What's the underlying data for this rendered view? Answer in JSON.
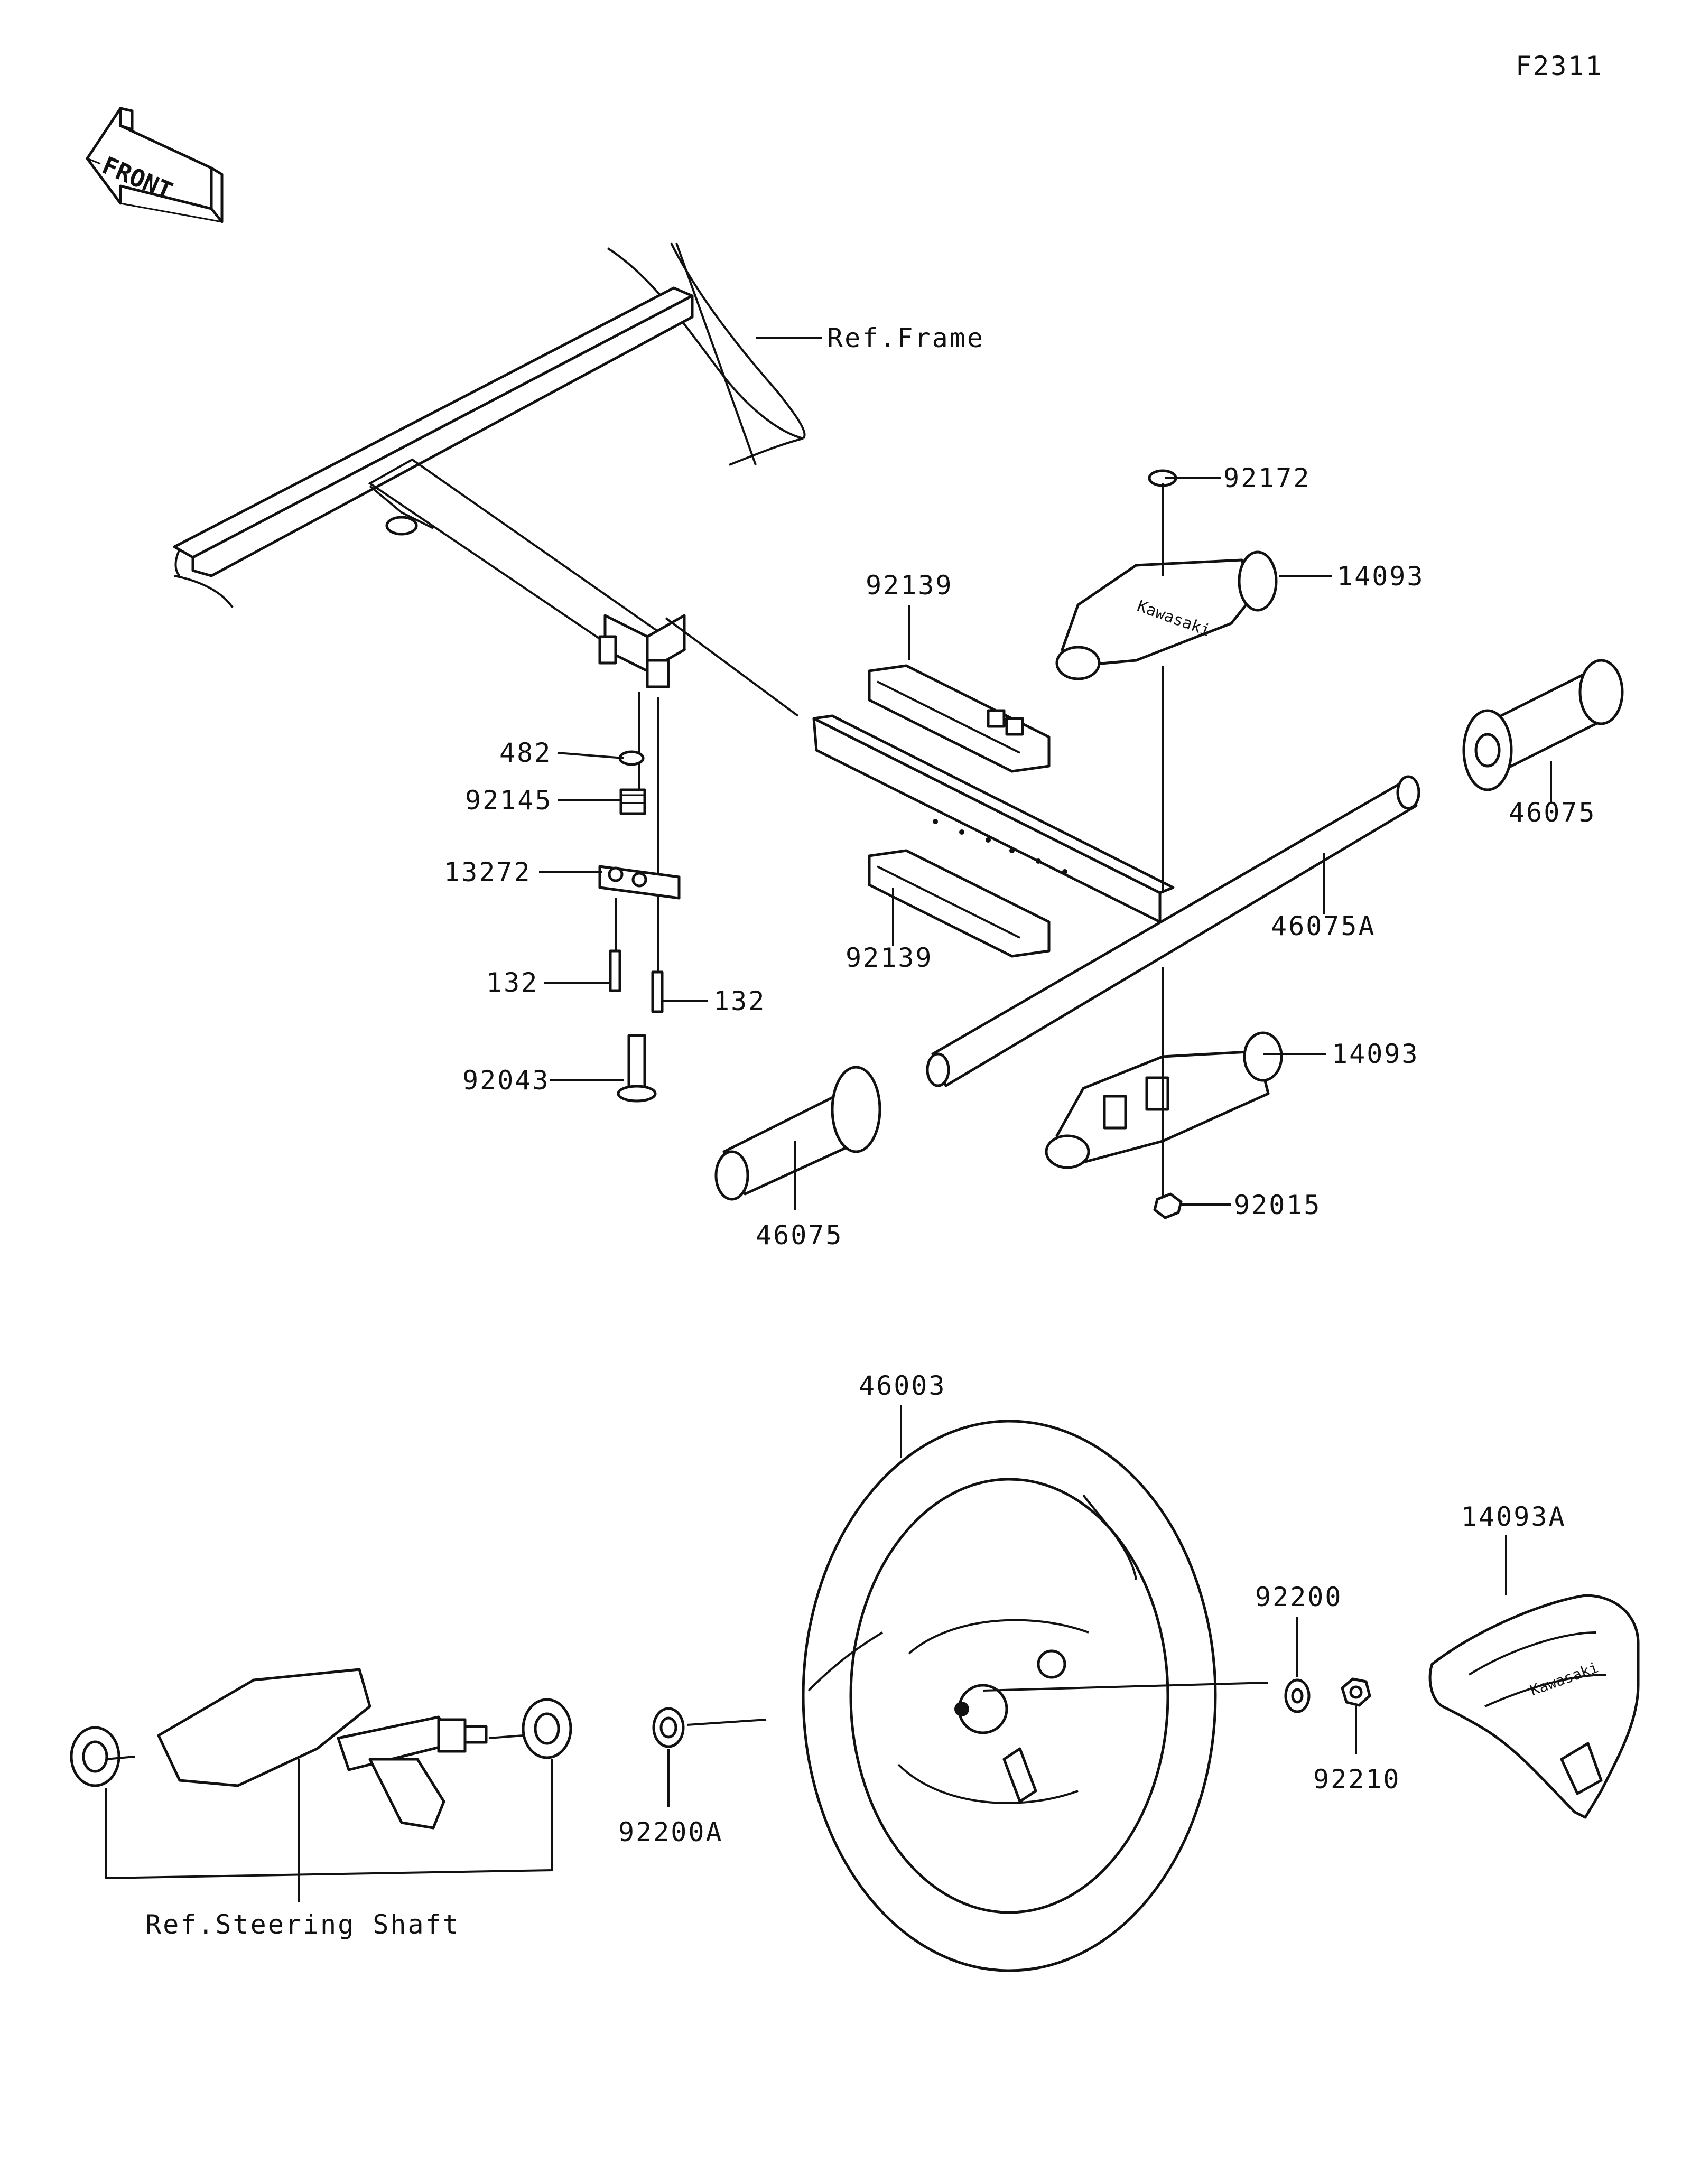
{
  "figure_code": "F2311",
  "front_arrow": {
    "text": "FRONT"
  },
  "reference_labels": {
    "frame": "Ref.Frame",
    "steering_shaft": "Ref.Steering Shaft"
  },
  "parts": {
    "p92172": "92172",
    "p14093_upper": "14093",
    "p92139_upper": "92139",
    "p92139_lower": "92139",
    "p46075_right": "46075",
    "p46075A": "46075A",
    "p482": "482",
    "p92145": "92145",
    "p13272": "13272",
    "p132_left": "132",
    "p132_right": "132",
    "p92043": "92043",
    "p14093_lower": "14093",
    "p92015": "92015",
    "p46075_left": "46075",
    "p46003": "46003",
    "p14093A": "14093A",
    "p92200": "92200",
    "p92200A": "92200A",
    "p92210": "92210"
  }
}
